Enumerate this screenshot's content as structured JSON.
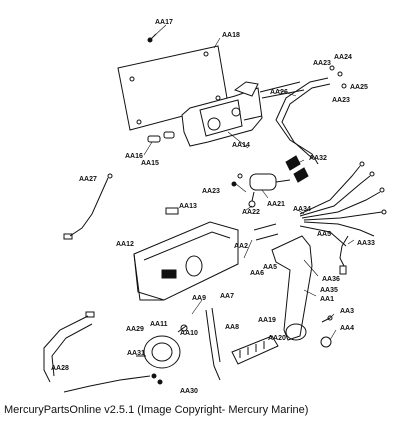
{
  "caption": "MercuryPartsOnline v2.5.1 (Image Copyright- Mercury Marine)",
  "parts": {
    "AA17": "AA17",
    "AA18": "AA18",
    "AA23a": "AA23",
    "AA24": "AA24",
    "AA25": "AA25",
    "AA23b": "AA23",
    "AA26": "AA26",
    "AA16": "AA16",
    "AA15": "AA15",
    "AA14": "AA14",
    "AA32": "AA32",
    "AA27": "AA27",
    "AA23c": "AA23",
    "AA22": "AA22",
    "AA21": "AA21",
    "AA13": "AA13",
    "AA34": "AA34",
    "AA12": "AA12",
    "AA2": "AA2",
    "AA5a": "AA5",
    "AA6": "AA6",
    "AA5b": "AA5",
    "AA33": "AA33",
    "AA36": "AA36",
    "AA35": "AA35",
    "AA9": "AA9",
    "AA7": "AA7",
    "AA1": "AA1",
    "AA11": "AA11",
    "AA3": "AA3",
    "AA19": "AA19",
    "AA29": "AA29",
    "AA10": "AA10",
    "AA8": "AA8",
    "AA4": "AA4",
    "AA20": "AA20",
    "AA31": "AA31",
    "AA28": "AA28",
    "AA30": "AA30"
  }
}
